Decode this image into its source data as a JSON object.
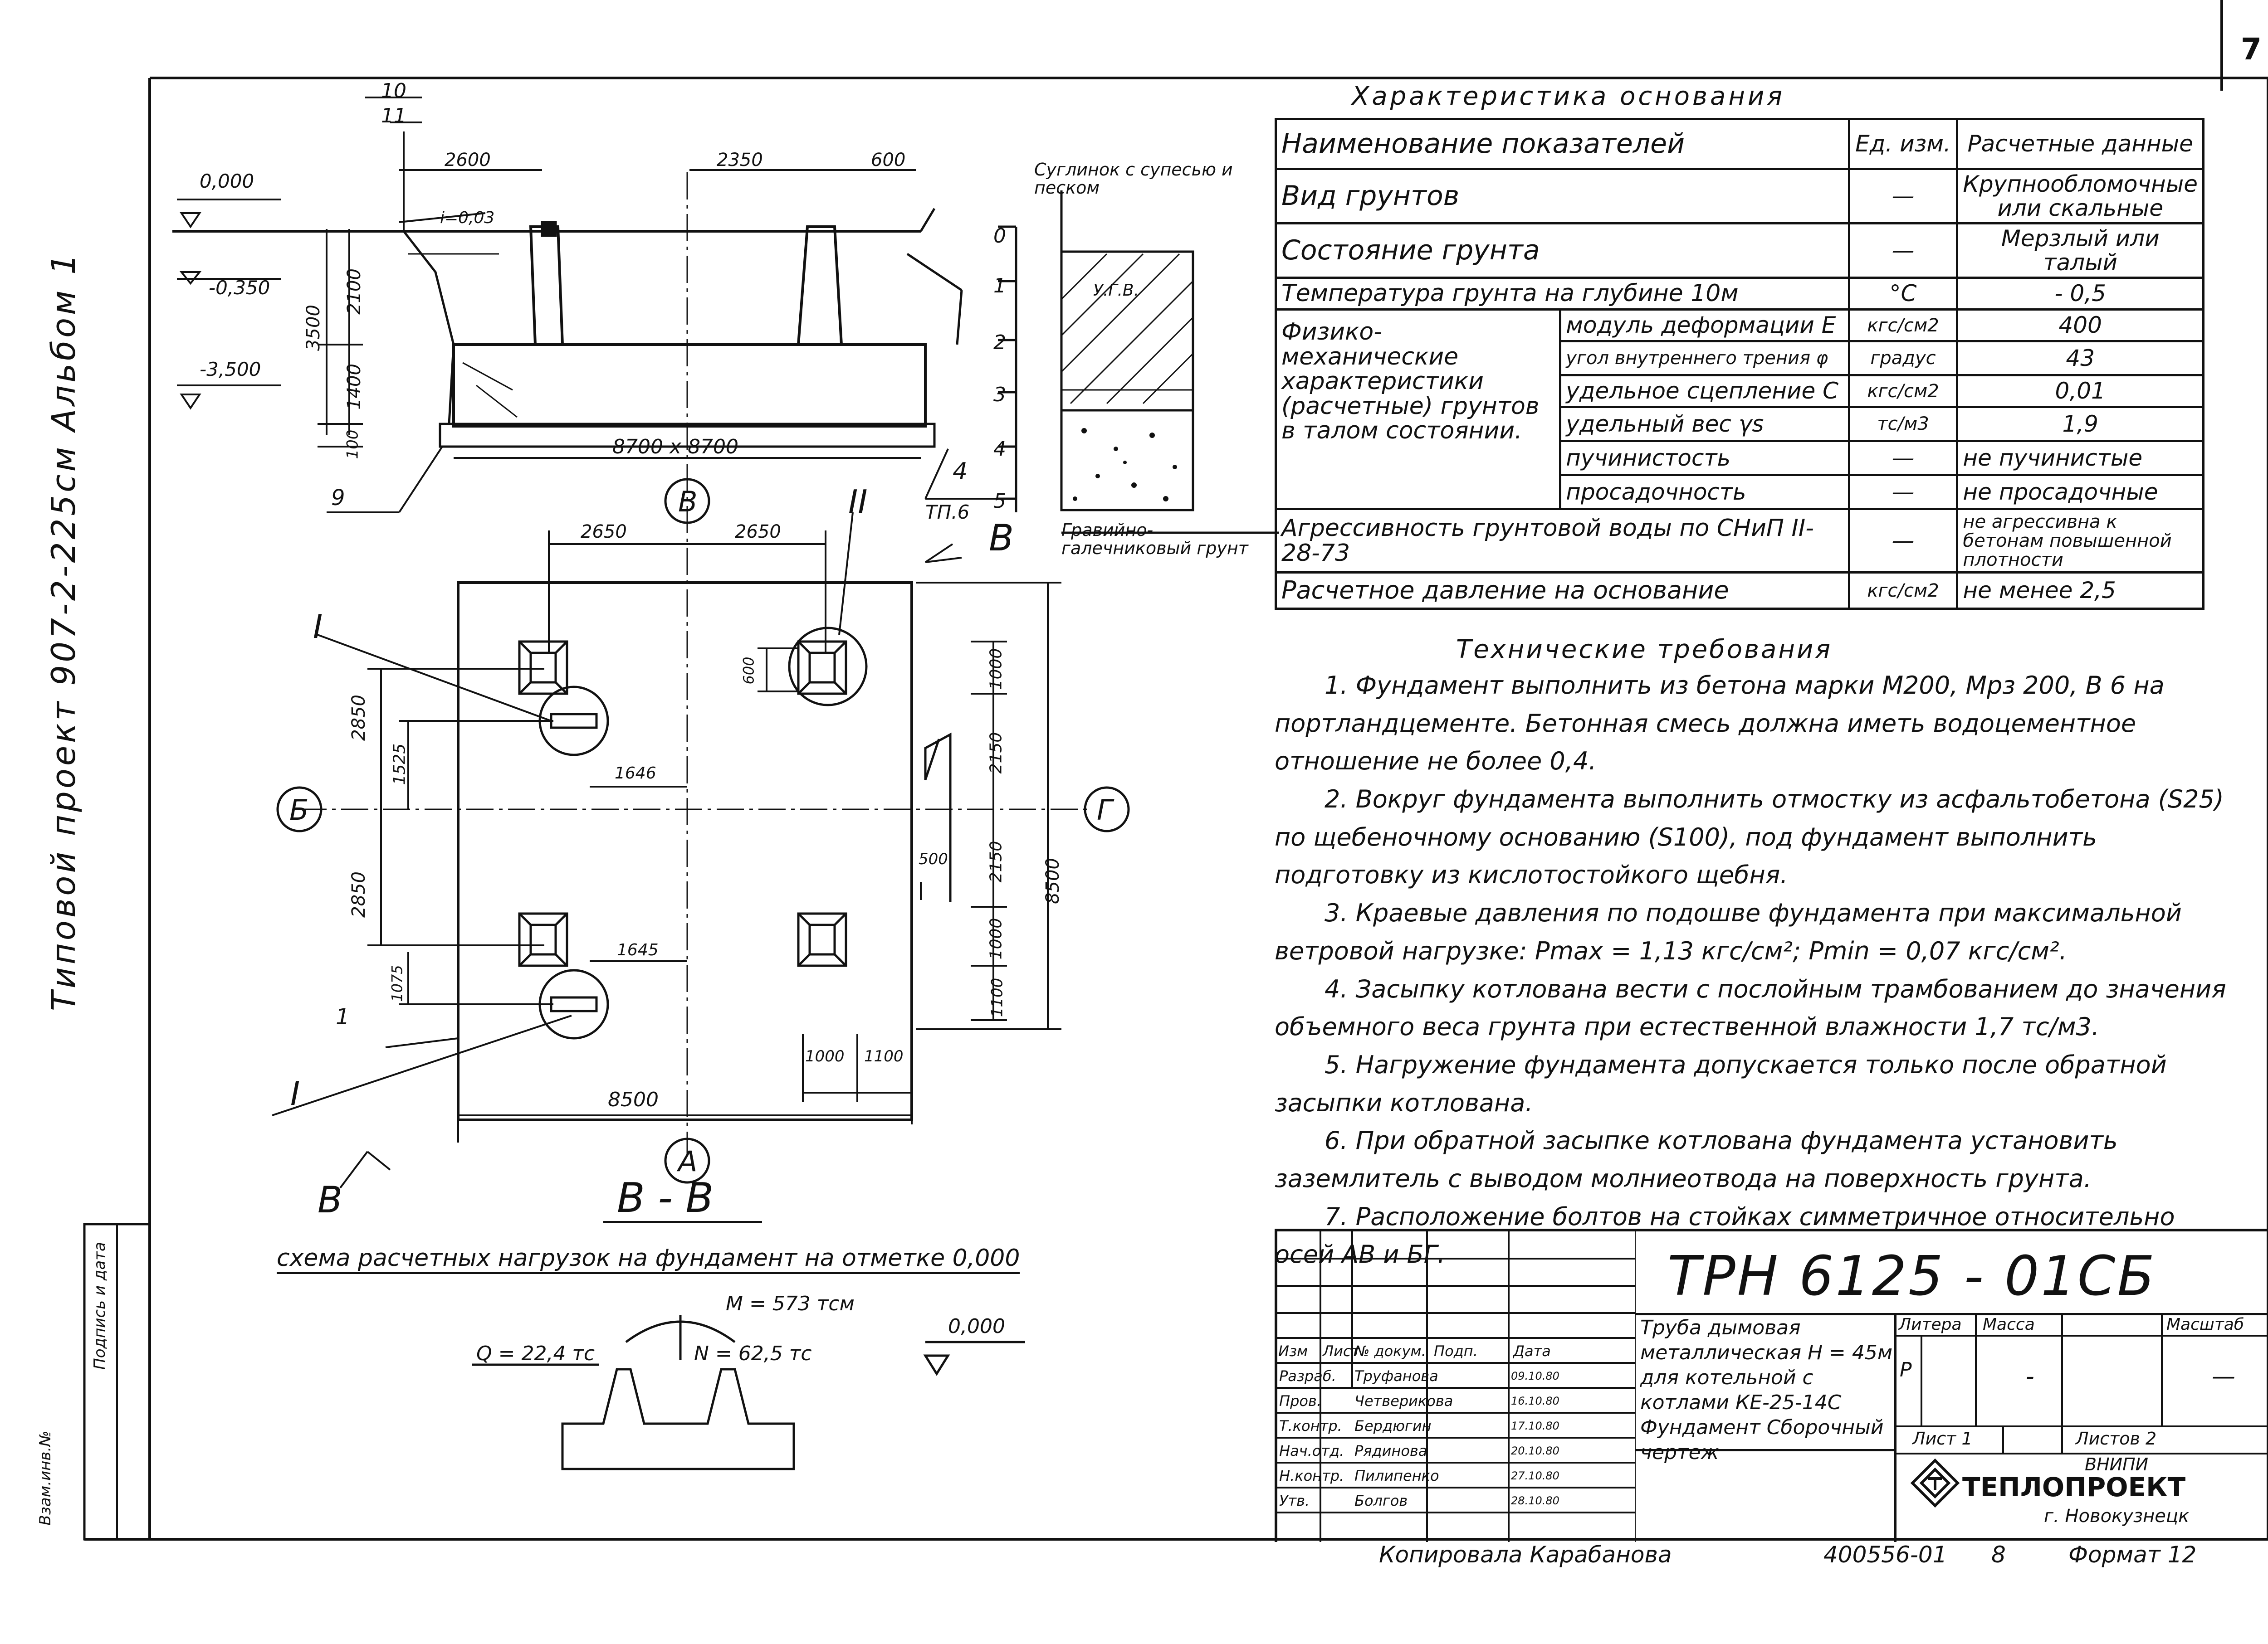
{
  "page": {
    "sheet_number": "7"
  },
  "margin": {
    "project_label": "Типовой проект   907-2-225см   Альбом 1",
    "stamp_cell_1": "Взам.инв.№",
    "stamp_cell_2": "Подпись и дата"
  },
  "plan": {
    "dims": {
      "top_10": "10",
      "top_11": "11",
      "d2600": "2600",
      "d2350": "2350",
      "d600": "600",
      "slope": "i=0,03",
      "lvl_0": "0,000",
      "lvl_m035": "-0,350",
      "lvl_m35": "-3,500",
      "h3500": "3500",
      "h2100": "2100",
      "h1400": "1400",
      "h100": "100",
      "base": "8700 x 8700",
      "ref9": "9",
      "ref4": "4",
      "tp6": "ТП.6",
      "p2650a": "2650",
      "p2650b": "2650",
      "v2850a": "2850",
      "v2850b": "2850",
      "v1525": "1525",
      "v1075": "1075",
      "h1646": "1646",
      "h1645": "1645",
      "d600v": "600",
      "r1000a": "1000",
      "r2150a": "2150",
      "r2150b": "2150",
      "r1000b": "1000",
      "r1100": "1100",
      "r8500": "8500",
      "d500": "500",
      "b1000": "1000",
      "b1100": "1100",
      "b8500": "8500",
      "ref1": "1"
    },
    "axes": {
      "A": "А",
      "B": "В",
      "Bsoft": "Б",
      "G": "Г"
    },
    "sections": {
      "I_top": "I",
      "I_bottom": "I",
      "II": "II",
      "V_top": "В",
      "V_bottom": "В",
      "section_title": "В - В"
    }
  },
  "soil": {
    "legend_top": "Суглинок с супесью и песком",
    "legend_bottom": "Гравийно-галечниковый грунт",
    "layer_label": "У.Г.В.",
    "layers": [
      "0",
      "1",
      "2",
      "3",
      "4",
      "5"
    ]
  },
  "loads": {
    "title": "схема расчетных нагрузок на фундамент на отметке 0,000",
    "M": "M = 573 тсм",
    "Q": "Q = 22,4 тс",
    "N": "N = 62,5 тс",
    "level": "0,000"
  },
  "characteristics": {
    "title": "Характеристика основания",
    "headers": [
      "Наименование показателей",
      "Ед. изм.",
      "Расчетные данные"
    ],
    "rows": [
      {
        "name": "Вид грунтов",
        "unit": "—",
        "value": "Крупнообломочные или скальные"
      },
      {
        "name": "Состояние грунта",
        "unit": "—",
        "value": "Мерзлый или талый"
      },
      {
        "name": "Температура грунта на глубине 10м",
        "unit": "°С",
        "value": "- 0,5"
      }
    ],
    "group_label": "Физико-механические характеристики (расчетные) грунтов в талом состоянии.",
    "group_rows": [
      {
        "name": "модуль деформации Е",
        "unit": "кгс/см2",
        "value": "400"
      },
      {
        "name": "угол внутреннего трения φ",
        "unit": "градус",
        "value": "43"
      },
      {
        "name": "удельное сцепление С",
        "unit": "кгс/см2",
        "value": "0,01"
      },
      {
        "name": "удельный вес γs",
        "unit": "тс/м3",
        "value": "1,9"
      },
      {
        "name": "пучинистость",
        "unit": "—",
        "value": "не пучинистые"
      },
      {
        "name": "просадочность",
        "unit": "—",
        "value": "не просадочные"
      }
    ],
    "aggr": {
      "name": "Агрессивность грунтовой воды по СНиП II-28-73",
      "unit": "—",
      "value": "не агрессивна к бетонам повышенной плотности"
    },
    "pressure": {
      "name": "Расчетное давление на основание",
      "unit": "кгс/см2",
      "value": "не менее 2,5"
    }
  },
  "requirements": {
    "title": "Технические требования",
    "items": [
      "1. Фундамент выполнить из бетона марки М200, Мрз 200, В 6 на портландцементе. Бетонная смесь должна иметь водоцементное отношение не более 0,4.",
      "2. Вокруг фундамента выполнить отмостку из асфальтобетона (S25) по щебеночному основанию (S100), под фундамент выполнить подготовку из кислотостойкого щебня.",
      "3. Краевые давления по подошве фундамента при максимальной ветровой нагрузке: Pmax = 1,13 кгс/см²; Pmin = 0,07 кгс/см².",
      "4. Засыпку котлована вести с послойным трамбованием до значения объемного веса грунта при естественной влажности 1,7 тс/м3.",
      "5. Нагружение фундамента допускается только после обратной засыпки котлована.",
      "6. При обратной засыпке котлована фундамента установить заземлитель с выводом молниеотвода на поверхность грунта.",
      "7. Расположение болтов на стойках симметричное относительно осей АВ и БГ."
    ]
  },
  "titleblock": {
    "code": "ТРН 6125 - 01СБ",
    "description": "Труба дымовая металлическая Н = 45м для котельной с котлами КЕ-25-14С Фундамент Сборочный чертеж",
    "col_heads": [
      "Изм",
      "Лист",
      "№ докум.",
      "Подп.",
      "Дата"
    ],
    "roles": [
      {
        "role": "Разраб.",
        "name": "Труфанова",
        "date": "09.10.80"
      },
      {
        "role": "Пров.",
        "name": "Четверикова",
        "date": "16.10.80"
      },
      {
        "role": "Т.контр.",
        "name": "Бердюгин",
        "date": "17.10.80"
      },
      {
        "role": "Нач.отд.",
        "name": "Рядинова",
        "date": "20.10.80"
      },
      {
        "role": "Н.контр.",
        "name": "Пилипенко",
        "date": "27.10.80"
      },
      {
        "role": "Утв.",
        "name": "Болгов",
        "date": "28.10.80"
      }
    ],
    "litera_head": "Литера",
    "mass_head": "Масса",
    "scale_head": "Масштаб",
    "litera": "Р",
    "mass": "-",
    "scale": "—",
    "sheet": "Лист 1",
    "sheets": "Листов 2",
    "org1": "ВНИПИ",
    "org2": "ТЕПЛОПРОЕКТ",
    "org3": "г. Новокузнецк"
  },
  "footer": {
    "copied": "Копировала  Карабанова",
    "inv": "400556-01",
    "num": "8",
    "format": "Формат 12"
  }
}
